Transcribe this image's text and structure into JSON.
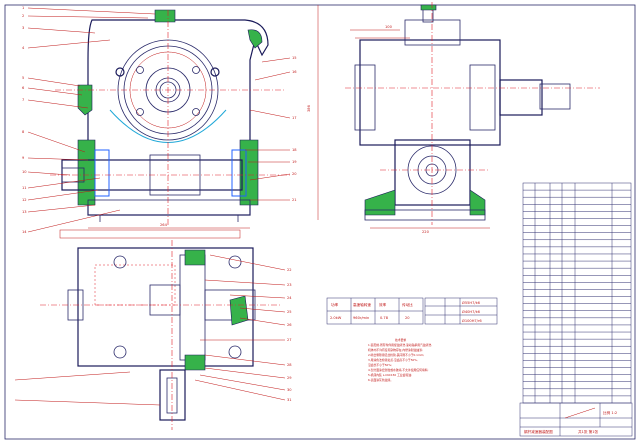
{
  "drawing": {
    "kind": "worm gear reducer assembly drawing",
    "line_colors": {
      "outline": "#1a1a5a",
      "center_lines": "#e0202a",
      "section_fill": "#36b24a",
      "dimensions": "#c01818",
      "bearing_cyan": "#20a8d8"
    }
  },
  "callouts_left": [
    "1",
    "2",
    "3",
    "4",
    "5",
    "6",
    "7",
    "8",
    "9",
    "10",
    "11",
    "12",
    "13",
    "14"
  ],
  "callouts_right": [
    "15",
    "16",
    "17",
    "18",
    "19",
    "20",
    "21"
  ],
  "callouts_bottom_right": [
    "22",
    "23",
    "24",
    "25",
    "26",
    "27",
    "28",
    "29",
    "30",
    "31"
  ],
  "tech_requirements": {
    "title": "技术要求",
    "lines": [
      "1.装配前,所有零件用煤油清洗,滚动轴承用汽油清洗,",
      "  机体内不许有任何杂物存在,内壁涂耐油油漆;",
      "2.啮合侧隙用铅丝检验,其间隙不小于0.1mm;",
      "3.用涂色法检验斑点,沿齿高不小于50%,",
      "  沿齿长不小于50%;",
      "4.剖分面涂密封胶或水玻璃,不允许使用任何填料;",
      "5.机座内装 L-CKC150 工业齿轮油;",
      "6.表面涂灰色油漆。"
    ]
  },
  "spec_table": {
    "headers": [
      "功率",
      "高速轴转速",
      "效率",
      "传动比"
    ],
    "values": [
      "2.0kW",
      "960r/min",
      "0.78",
      "20"
    ]
  },
  "fit_table": {
    "rows": [
      "Ø55H7/k6",
      "Ø40H7/k6",
      "Ø100H7/r6"
    ]
  },
  "parts_list": {
    "rows": 31,
    "footer": [
      "蜗杆减速器装配图",
      "比例 1:2",
      "共1张 第1张"
    ]
  }
}
